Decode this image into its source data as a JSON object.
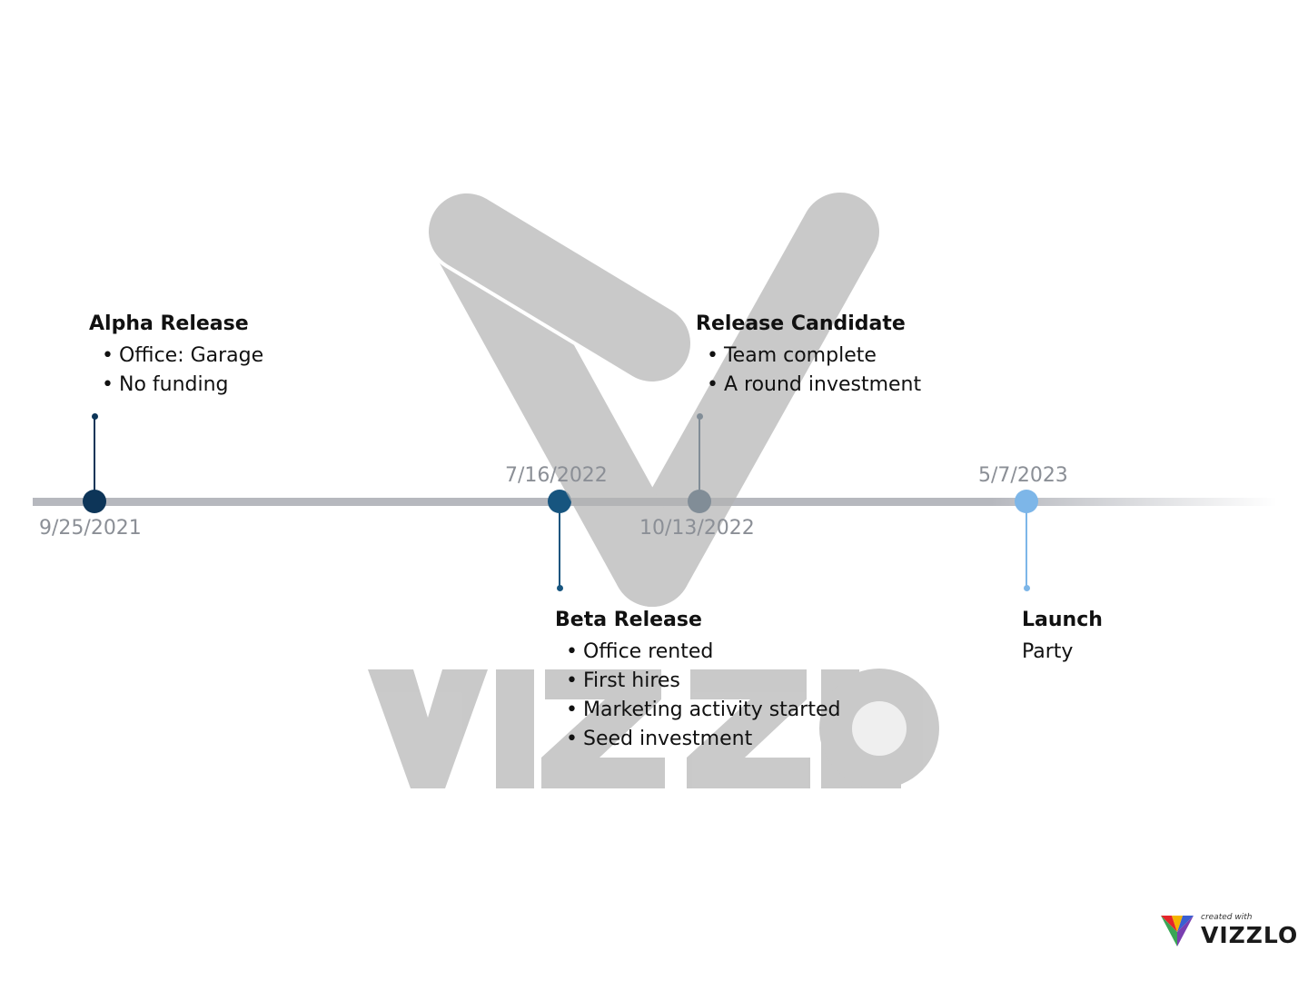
{
  "milestones": [
    {
      "title": "Alpha Release",
      "date": "9/25/2021",
      "items": [
        "Office: Garage",
        "No funding"
      ],
      "color": "#0d3558"
    },
    {
      "title": "Beta Release",
      "date": "7/16/2022",
      "items": [
        "Office rented",
        "First hires",
        "Marketing activity started",
        "Seed investment"
      ],
      "color": "#17557f"
    },
    {
      "title": "Release Candidate",
      "date": "10/13/2022",
      "items": [
        "Team complete",
        "A round investment"
      ],
      "color": "#0d3558"
    },
    {
      "title": "Launch",
      "date": "5/7/2023",
      "text": "Party",
      "color": "#7db6e8"
    }
  ],
  "watermark": {
    "text": "VIZZLO",
    "color": "#b3b3b3"
  },
  "brand": {
    "small_text": "created with",
    "name": "VIZZLO"
  },
  "colors": {
    "axis": "#b6b8be"
  }
}
